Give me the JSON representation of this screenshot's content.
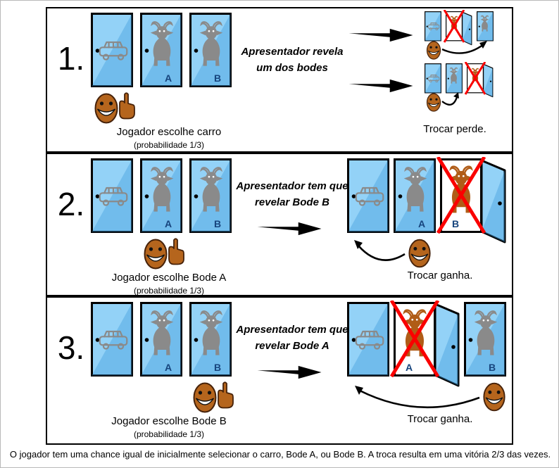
{
  "doors": {
    "letter_a": "A",
    "letter_b": "B"
  },
  "rows": [
    {
      "number": "1.",
      "presenter_line1": "Apresentador revela",
      "presenter_line2": "um dos bodes",
      "choice_caption": "Jogador escolhe carro",
      "probability": "(probabilidade 1/3)",
      "result": "Trocar perde."
    },
    {
      "number": "2.",
      "presenter_line1": "Apresentador tem que",
      "presenter_line2": "revelar Bode B",
      "choice_caption": "Jogador escolhe Bode A",
      "probability": "(probabilidade 1/3)",
      "result": "Trocar ganha."
    },
    {
      "number": "3.",
      "presenter_line1": "Apresentador tem que",
      "presenter_line2": "revelar Bode A",
      "choice_caption": "Jogador escolhe Bode B",
      "probability": "(probabilidade 1/3)",
      "result": "Trocar ganha."
    }
  ],
  "footer": {
    "caption": "O jogador tem uma chance igual de inicialmente selecionar o carro, Bode A, ou Bode B. A troca resulta em uma vitória 2/3 das vezes."
  },
  "colors": {
    "door_blue": "#93d2f7",
    "door_blue_shade": "#3f9cdb",
    "goat_gray": "#8a8a8a",
    "goat_brown": "#b05c17",
    "car_gray": "#8a8a8a",
    "cross_red": "#fa0000",
    "face_brown": "#b5651d",
    "letter_blue": "#17457e",
    "line_black": "#000000"
  },
  "icons": {
    "player": "smiling-face",
    "choice": "pointing-hand",
    "car": "car-outline",
    "goat": "goat-silhouette",
    "reveal": "open-door-with-red-cross",
    "switch": "curved-arrow",
    "then": "right-arrow"
  }
}
